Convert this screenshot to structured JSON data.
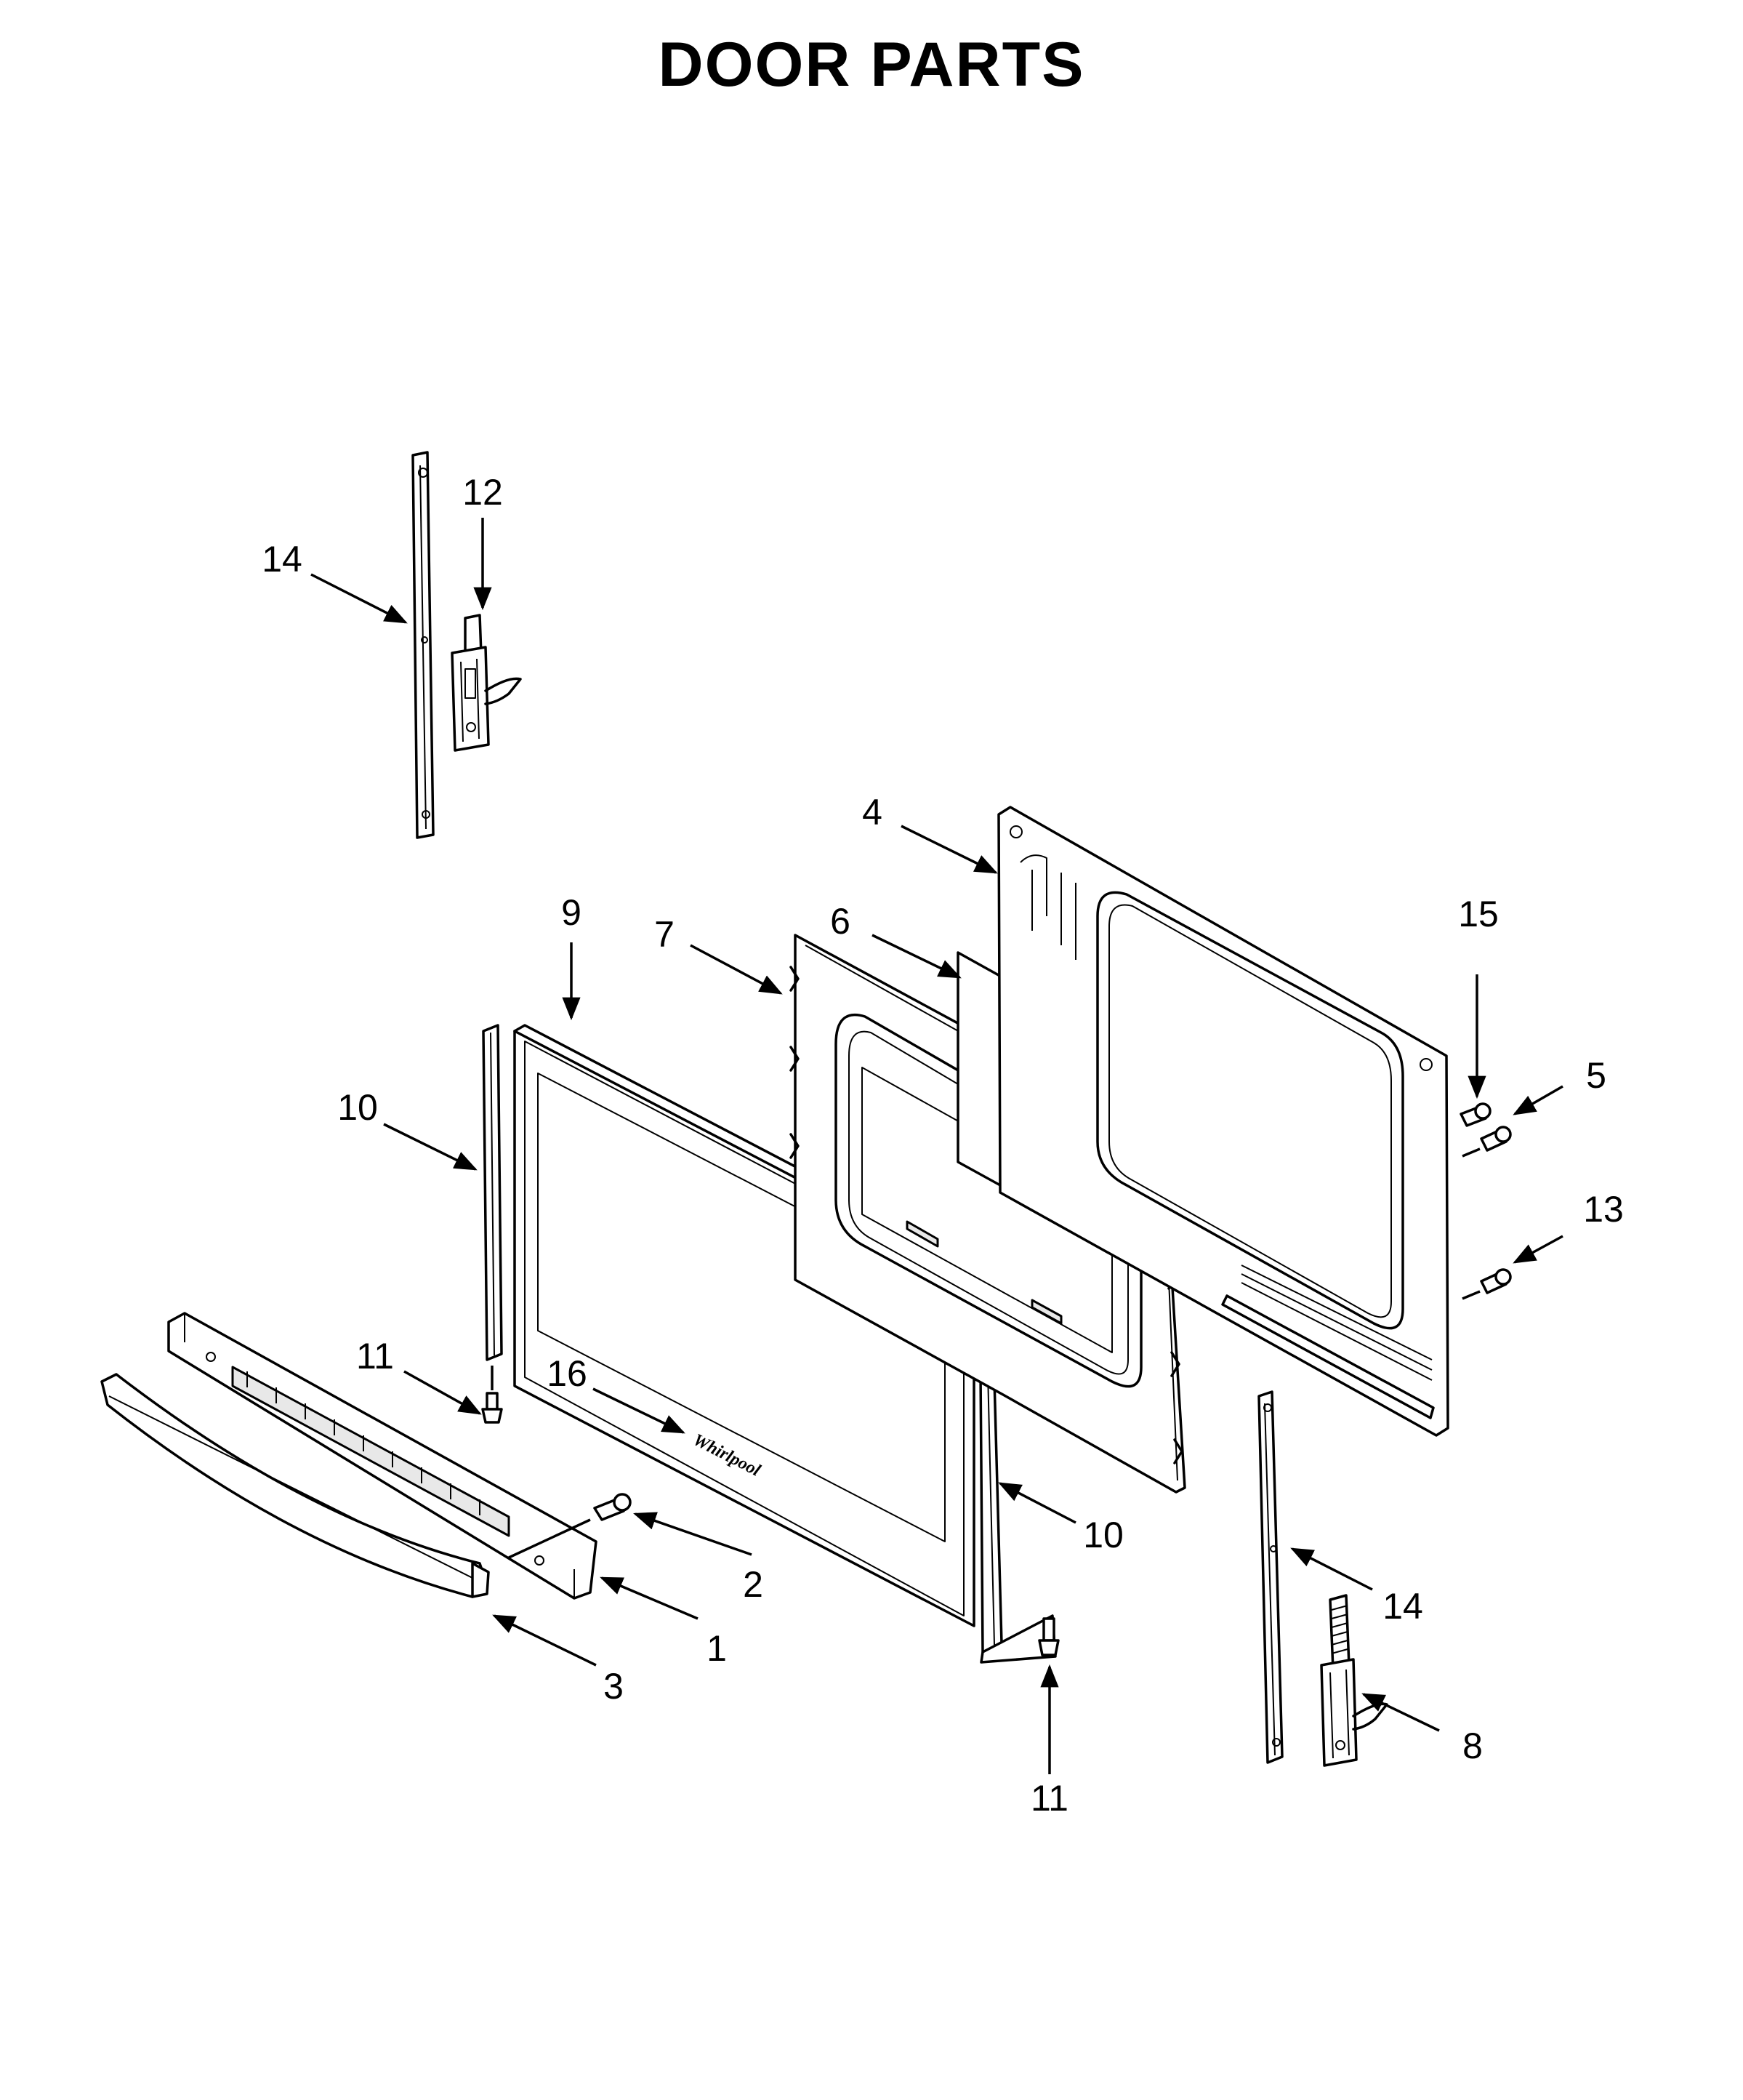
{
  "title": "DOOR PARTS",
  "brand_logo": "Whirlpool",
  "callouts": [
    {
      "id": "c1",
      "label": "1"
    },
    {
      "id": "c2",
      "label": "2"
    },
    {
      "id": "c3",
      "label": "3"
    },
    {
      "id": "c4",
      "label": "4"
    },
    {
      "id": "c5",
      "label": "5"
    },
    {
      "id": "c6",
      "label": "6"
    },
    {
      "id": "c7",
      "label": "7"
    },
    {
      "id": "c8",
      "label": "8"
    },
    {
      "id": "c9",
      "label": "9"
    },
    {
      "id": "c10a",
      "label": "10"
    },
    {
      "id": "c10b",
      "label": "10"
    },
    {
      "id": "c11a",
      "label": "11"
    },
    {
      "id": "c11b",
      "label": "11"
    },
    {
      "id": "c12",
      "label": "12"
    },
    {
      "id": "c13",
      "label": "13"
    },
    {
      "id": "c14a",
      "label": "14"
    },
    {
      "id": "c14b",
      "label": "14"
    },
    {
      "id": "c15",
      "label": "15"
    },
    {
      "id": "c16",
      "label": "16"
    }
  ]
}
